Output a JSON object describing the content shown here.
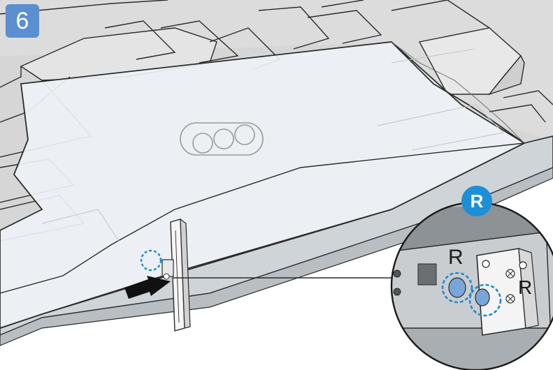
{
  "step": {
    "number": "6"
  },
  "callout": {
    "badge_letter": "R",
    "hole_label": "R",
    "bracket_label": "R"
  },
  "colors": {
    "step_badge": "#5b8fd0",
    "callout_badge": "#1d8fd6",
    "highlight": "#1f8ad1",
    "screw_hole_fill": "#7aa5d8",
    "panel_gray": "#d9d9d9",
    "film": "#eef2f6",
    "line": "#2b2b2b"
  }
}
